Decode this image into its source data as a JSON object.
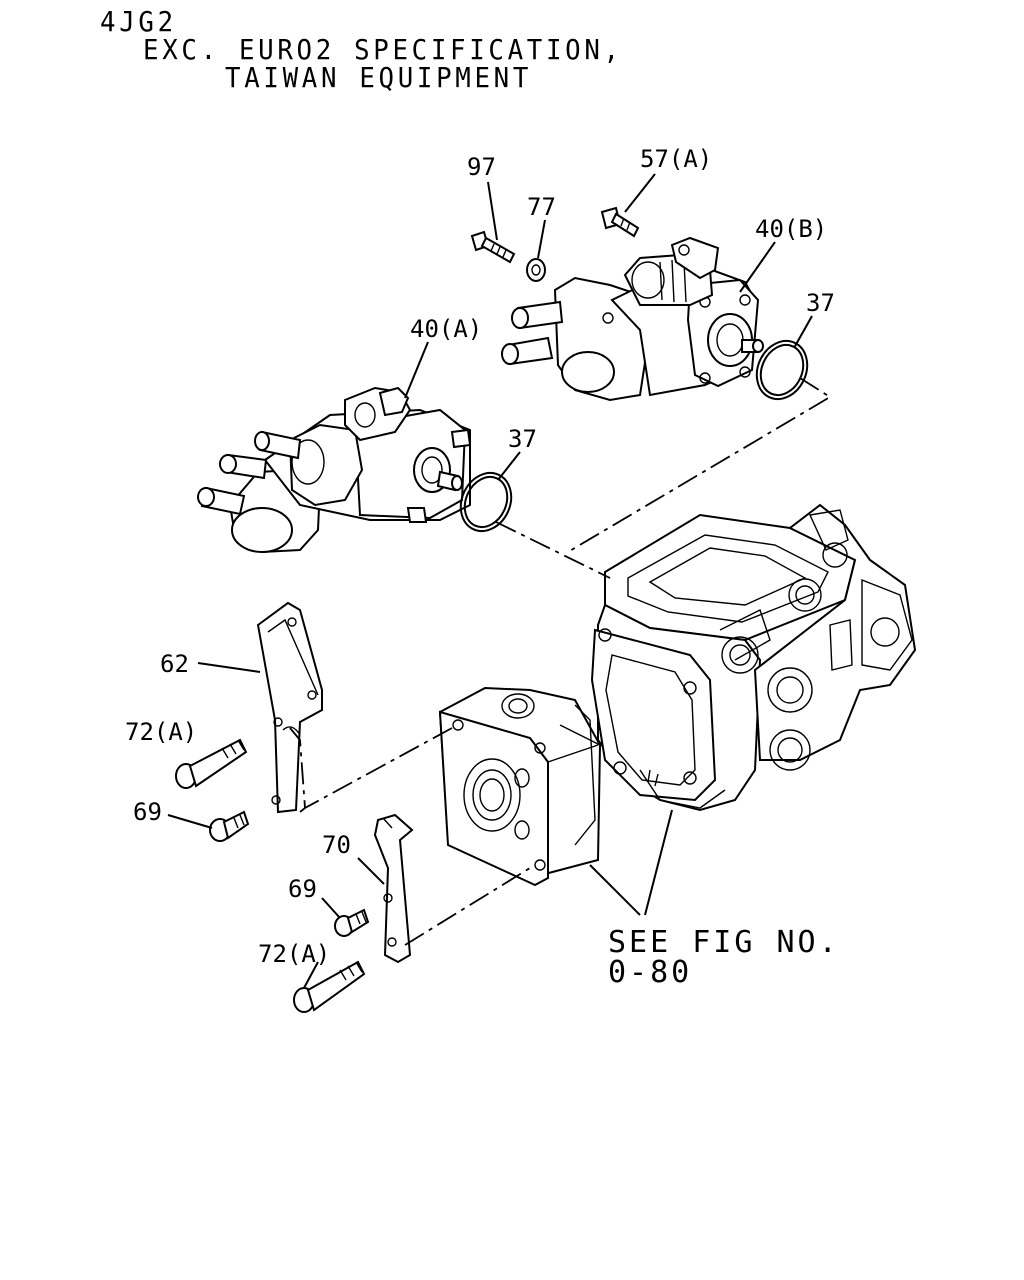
{
  "header": {
    "model": "4JG2",
    "line1": "EXC. EURO2 SPECIFICATION,",
    "line2": "TAIWAN EQUIPMENT"
  },
  "callouts": {
    "c97": "97",
    "c77": "77",
    "c57a": "57(A)",
    "c40b": "40(B)",
    "c37_top": "37",
    "c40a": "40(A)",
    "c37_mid": "37",
    "c62": "62",
    "c72a_top": "72(A)",
    "c69_top": "69",
    "c70": "70",
    "c69_low": "69",
    "c72a_low": "72(A)"
  },
  "reference": {
    "line1": "SEE FIG NO.",
    "line2": "0-80"
  }
}
